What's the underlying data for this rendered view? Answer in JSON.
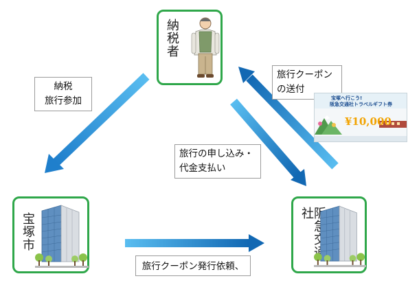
{
  "nodes": {
    "taxpayer": "納税者",
    "takarazuka_city": "宝塚市",
    "hankyu_kotsusha": "阪急交通社"
  },
  "flows": {
    "city_to_agency": "旅行クーポン発行依頼、",
    "taxpayer_to_city": [
      "納税",
      "旅行参加"
    ],
    "taxpayer_to_agency": [
      "旅行の申し込み・",
      "代金支払い"
    ],
    "agency_to_taxpayer": [
      "旅行クーポン",
      "の送付"
    ]
  },
  "ticket": {
    "headline": "宝塚へ行こう!",
    "name": "阪急交通社トラベルギフト券",
    "amount": "¥10,000"
  },
  "colors": {
    "node_border": "#2fa74a",
    "arrow_light": "#3da7e2",
    "arrow_dark": "#1268b3"
  }
}
